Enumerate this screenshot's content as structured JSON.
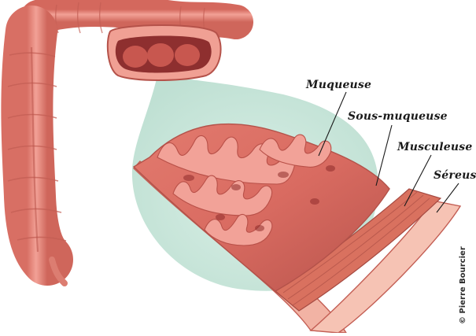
{
  "labels": {
    "muqueuse": "Muqueuse",
    "sous_muqueuse": "Sous-muqueuse",
    "musculeuse": "Musculeuse",
    "sereuse": "Séreuse"
  },
  "credit": "© Pierre Bourcier",
  "colors": {
    "colon": "#e98a7e",
    "colon_dark": "#c9645a",
    "mucosa": "#d2665f",
    "mucosa_light": "#ee9a8c",
    "layer_sub": "#f2b3a4",
    "layer_muscle": "#d9715f",
    "layer_serosa": "#f6c3b4",
    "zoom_glow": "#cfe6dd"
  }
}
